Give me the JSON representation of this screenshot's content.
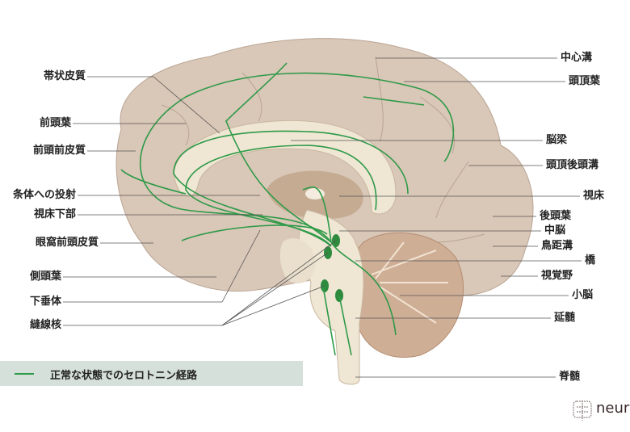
{
  "labels_left": [
    "帯状皮質",
    "前頭葉",
    "前頭前皮質",
    "条体への投射",
    "視床下部",
    "眼窩前頭皮質",
    "側頭葉",
    "下垂体",
    "縫線核"
  ],
  "labels_right": [
    "中心溝",
    "頭頂葉",
    "脳梁",
    "頭頂後頭溝",
    "視床",
    "後頭葉",
    "中脳",
    "鳥距溝",
    "橋",
    "視覚野",
    "小脳",
    "延髄",
    "脊髄"
  ],
  "legend": {
    "text": "正常な状態でのセロトニン経路"
  },
  "logo": {
    "text": "neur"
  },
  "colors": {
    "pathway": "#2e9a48",
    "brain": "#d8c6b6",
    "inner": "#efe6d4"
  }
}
